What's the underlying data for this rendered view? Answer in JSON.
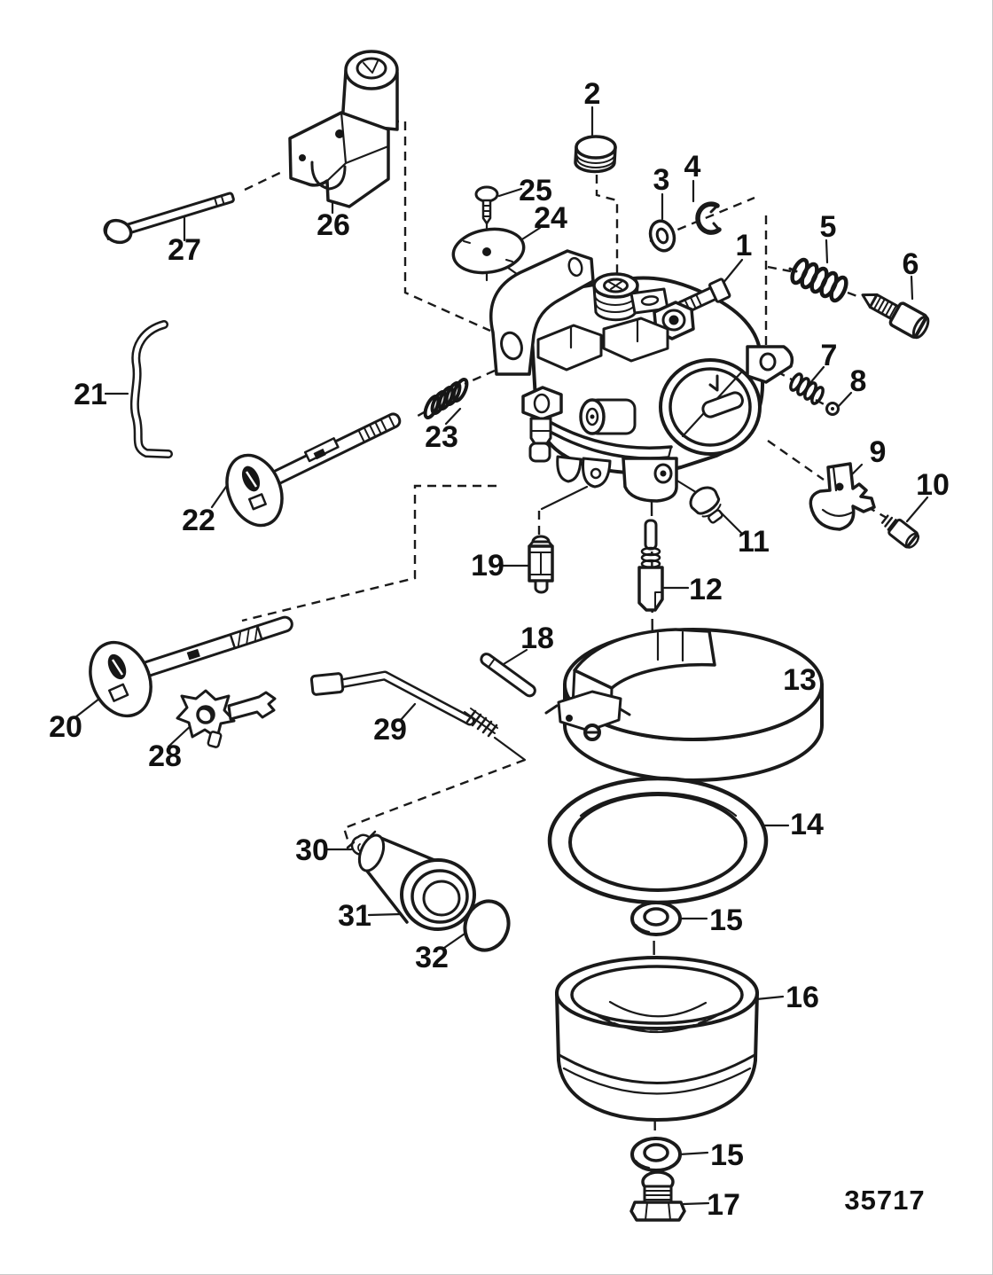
{
  "diagram": {
    "drawing_number": "35717",
    "callouts": [
      {
        "num": "1",
        "part": "carburetor-body"
      },
      {
        "num": "2",
        "part": "cap-plug"
      },
      {
        "num": "3",
        "part": "washer"
      },
      {
        "num": "4",
        "part": "retaining-clip"
      },
      {
        "num": "5",
        "part": "spring"
      },
      {
        "num": "6",
        "part": "idle-adjustment-screw"
      },
      {
        "num": "7",
        "part": "spring"
      },
      {
        "num": "8",
        "part": "washer"
      },
      {
        "num": "9",
        "part": "bracket-plate"
      },
      {
        "num": "10",
        "part": "screw"
      },
      {
        "num": "11",
        "part": "plug"
      },
      {
        "num": "12",
        "part": "needle-valve"
      },
      {
        "num": "13",
        "part": "float"
      },
      {
        "num": "14",
        "part": "bowl-gasket"
      },
      {
        "num": "15",
        "part": "sealing-washer"
      },
      {
        "num": "16",
        "part": "float-bowl"
      },
      {
        "num": "17",
        "part": "drain-plug"
      },
      {
        "num": "18",
        "part": "float-hinge-pin"
      },
      {
        "num": "19",
        "part": "main-jet"
      },
      {
        "num": "20",
        "part": "choke-shaft"
      },
      {
        "num": "21",
        "part": "link-wire"
      },
      {
        "num": "22",
        "part": "throttle-shaft"
      },
      {
        "num": "23",
        "part": "spring"
      },
      {
        "num": "24",
        "part": "diaphragm-disc"
      },
      {
        "num": "25",
        "part": "screw"
      },
      {
        "num": "26",
        "part": "swivel-bracket"
      },
      {
        "num": "27",
        "part": "bolt"
      },
      {
        "num": "28",
        "part": "cam"
      },
      {
        "num": "29",
        "part": "link-rod"
      },
      {
        "num": "30",
        "part": "clip"
      },
      {
        "num": "31",
        "part": "fuel-nozzle"
      },
      {
        "num": "32",
        "part": "disc-seal"
      }
    ]
  }
}
